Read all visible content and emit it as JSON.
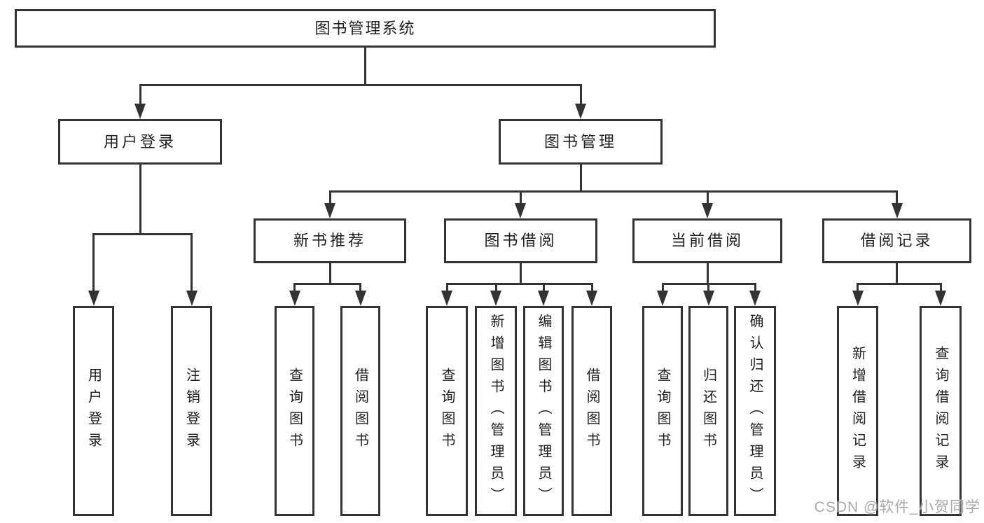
{
  "nodes": {
    "root": "图书管理系统",
    "branches": {
      "user_login": {
        "label": "用户登录",
        "children": {
          "login": "用户登录",
          "logout": "注销登录"
        }
      },
      "book_mgmt": {
        "label": "图书管理",
        "sections": {
          "new_book": {
            "label": "新书推荐",
            "children": {
              "query": "查询图书",
              "borrow": "借阅图书"
            }
          },
          "borrow": {
            "label": "图书借阅",
            "children": {
              "query": "查询图书",
              "add": "新增图书（管理员）",
              "edit": "编辑图书（管理员）",
              "borrow": "借阅图书"
            }
          },
          "current": {
            "label": "当前借阅",
            "children": {
              "query": "查询图书",
              "return": "归还图书",
              "confirm": "确认归还（管理员）"
            }
          },
          "records": {
            "label": "借阅记录",
            "children": {
              "add": "新增借阅记录",
              "query": "查询借阅记录"
            }
          }
        }
      }
    }
  },
  "watermark": "CSDN @软件_小贺同学",
  "colors": {
    "line": "#333333",
    "text": "#1f1f1f",
    "background": "#ffffff",
    "watermark": "#a9a9a9"
  }
}
